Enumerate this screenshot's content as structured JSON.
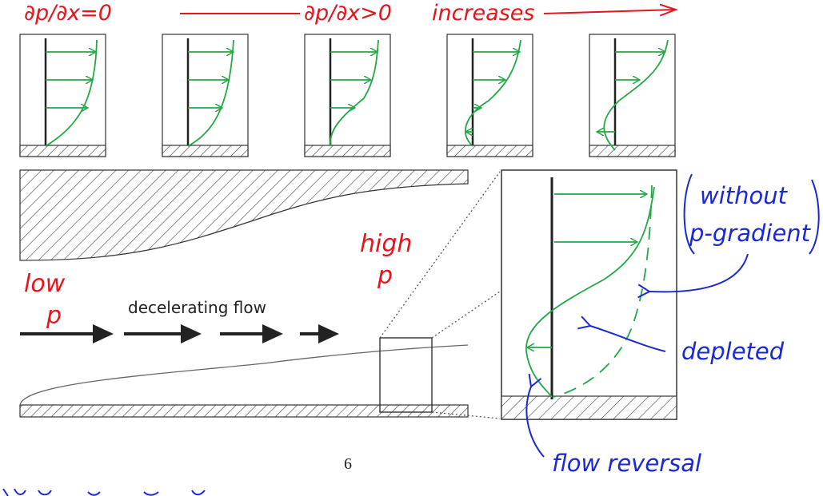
{
  "colors": {
    "profile": "#22a845",
    "annotation_red": "#e8141c",
    "annotation_blue": "#1a28d6",
    "ink": "#222222",
    "hatch": "#444444"
  },
  "top_annotations": {
    "zero_gradient": "∂p/∂x=0",
    "positive_gradient": "∂p/∂x>0",
    "increases": "increases"
  },
  "main_labels": {
    "low": "low",
    "low_p": "p",
    "high": "high",
    "high_p": "p",
    "decelerating_flow": "decelerating flow"
  },
  "inset_labels": {
    "without": "without",
    "p_gradient": "p-gradient",
    "depleted": "depleted",
    "flow_reversal": "flow reversal"
  },
  "page_number": "6",
  "icons": {
    "flow_arrow": "right-arrow-icon",
    "hatched_wall": "hatched-wall"
  },
  "profile_panels_count": 5
}
